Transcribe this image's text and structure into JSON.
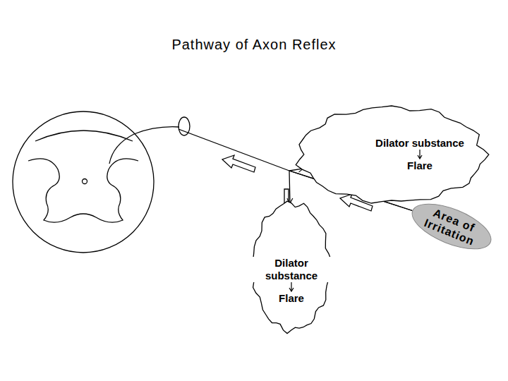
{
  "diagram": {
    "title": "Pathway of Axon Reflex",
    "nodes": [
      {
        "text": [
          "Dilator substance",
          "Flare"
        ]
      },
      {
        "text": [
          "Area of Irritation"
        ]
      },
      {
        "text": [
          "Dilator substance",
          "Flare"
        ]
      }
    ],
    "edges": [
      {
        "from": 1,
        "to": 0,
        "arrow": "to"
      },
      {
        "from": 1,
        "to": 2,
        "arrow": "to"
      }
    ]
  }
}
